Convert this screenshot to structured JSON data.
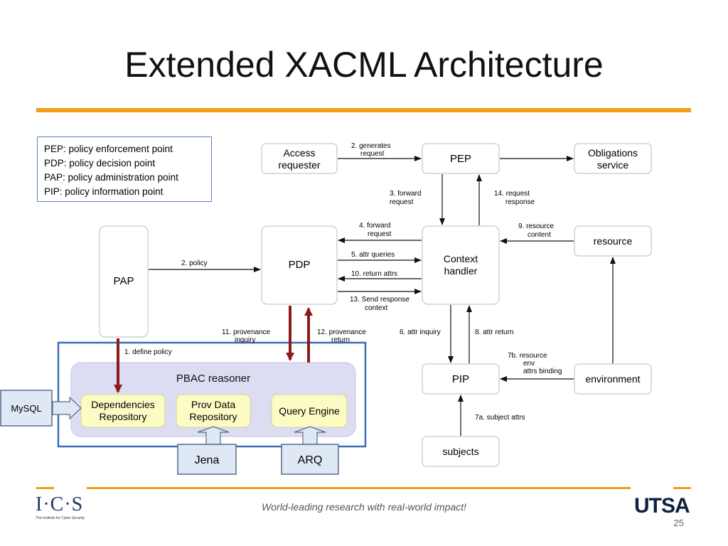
{
  "slide": {
    "title": "Extended XACML Architecture",
    "footer": "World-leading research with real-world impact!",
    "page_number": "25",
    "logo_left_text": "I·C·S",
    "logo_left_sub": "The Institute for Cyber Security",
    "logo_right_text": "UTSA"
  },
  "legend": [
    "PEP: policy enforcement point",
    "PDP: policy decision point",
    "PAP: policy administration point",
    "PIP: policy information point"
  ],
  "nodes": {
    "access_requester": [
      "Access",
      "requester"
    ],
    "pep": "PEP",
    "obligations": [
      "Obligations",
      "service"
    ],
    "pap": "PAP",
    "pdp": "PDP",
    "context_handler": [
      "Context",
      "handler"
    ],
    "resource": "resource",
    "pip": "PIP",
    "environment": "environment",
    "subjects": "subjects",
    "pbac_reasoner": "PBAC reasoner",
    "dependencies_repo": [
      "Dependencies",
      "Repository"
    ],
    "prov_data_repo": [
      "Prov Data",
      "Repository"
    ],
    "query_engine": "Query Engine",
    "mysql": "MySQL",
    "jena": "Jena",
    "arq": "ARQ"
  },
  "edges": {
    "e2_generates": [
      "2. generates",
      "request"
    ],
    "e3_forward": [
      "3. forward",
      "request"
    ],
    "e14_response": [
      "14. request",
      "response"
    ],
    "e4_forward": [
      "4. forward",
      "request"
    ],
    "e9_resource": [
      "9. resource",
      "content"
    ],
    "e5_attr_queries": "5. attr queries",
    "e10_return_attrs": "10. return attrs",
    "e13_send": [
      "13. Send response",
      "context"
    ],
    "e2_policy": "2. policy",
    "e11_prov_inquiry": [
      "11. provenance",
      "inquiry"
    ],
    "e12_prov_return": [
      "12. provenance",
      "return"
    ],
    "e6_attr_inquiry": "6. attr inquiry",
    "e8_attr_return": "8. attr return",
    "e7b_resource": [
      "7b. resource",
      "env",
      "attrs binding"
    ],
    "e7a_subject": "7a. subject attrs",
    "e1_define_policy": "1. define policy"
  },
  "colors": {
    "accent_orange": "#f39c1a",
    "dark_red_arrow": "#8b1a1a",
    "blue_frame": "#3a6fb5",
    "reasoner_fill": "#dcdcf2",
    "repo_fill": "#fdfbc4",
    "callout_fill": "#dfe8f5",
    "utsa_blue": "#0c2340"
  }
}
